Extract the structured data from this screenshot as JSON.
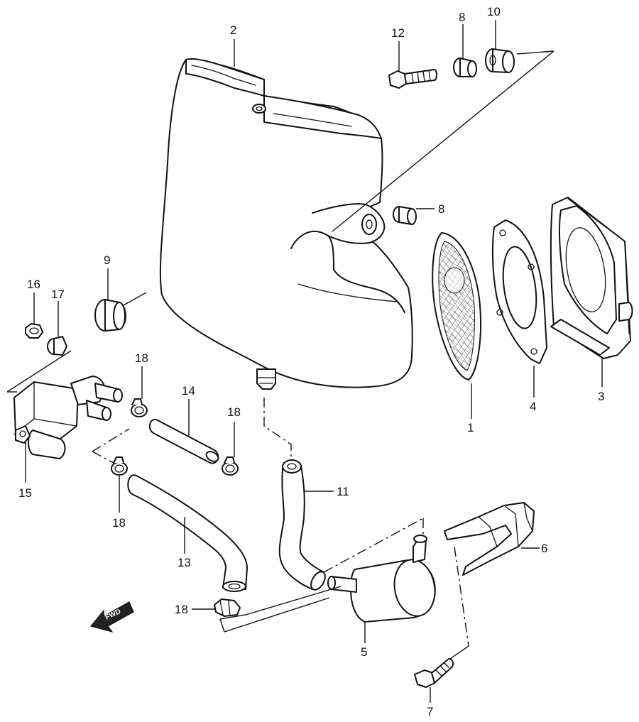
{
  "callouts": {
    "c1": "1",
    "c2": "2",
    "c3": "3",
    "c4": "4",
    "c5": "5",
    "c6": "6",
    "c7": "7",
    "c8a": "8",
    "c8b": "8",
    "c9": "9",
    "c10": "10",
    "c11": "11",
    "c12": "12",
    "c13": "13",
    "c14": "14",
    "c15": "15",
    "c16": "16",
    "c17": "17",
    "c18a": "18",
    "c18b": "18",
    "c18c": "18",
    "c18d": "18"
  },
  "fwd_label": "FWD"
}
